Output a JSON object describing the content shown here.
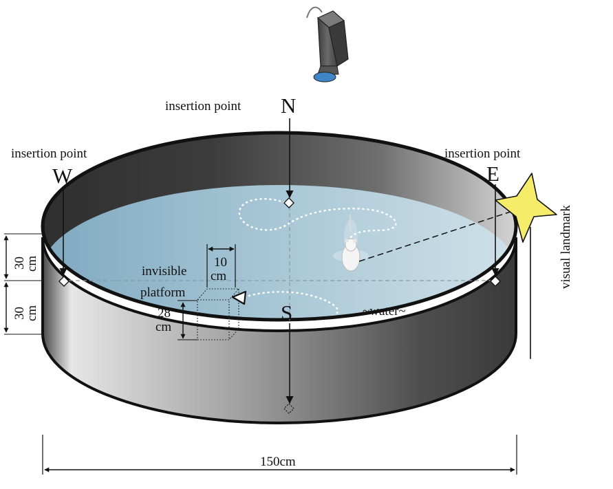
{
  "labels": {
    "insertion_north": "insertion point",
    "insertion_west": "insertion point",
    "insertion_east": "insertion point",
    "direction_n": "N",
    "direction_s": "S",
    "direction_w": "W",
    "direction_e": "E",
    "platform_line1": "invisible",
    "platform_line2": "platform",
    "platform_width_value": "10",
    "platform_width_unit": "cm",
    "platform_height_value": "28",
    "platform_height_unit": "cm",
    "wall_upper_value": "30",
    "wall_upper_unit": "cm",
    "wall_lower_value": "30",
    "wall_lower_unit": "cm",
    "water": "~water~",
    "visual_landmark": "visual landmark",
    "diameter": "150cm"
  },
  "colors": {
    "water_left": "#7fa9c0",
    "water_right": "#c9dde6",
    "wall_dark": "#3a3a3a",
    "wall_light": "#e8e8e8",
    "landmark_star": "#f5ec6a",
    "camera_body": "#5a5a5a",
    "camera_lens": "#3f86c9"
  },
  "icons": {
    "camera": "overhead-camera-icon",
    "mouse": "swimming-mouse-icon",
    "landmark": "star-landmark-icon"
  }
}
